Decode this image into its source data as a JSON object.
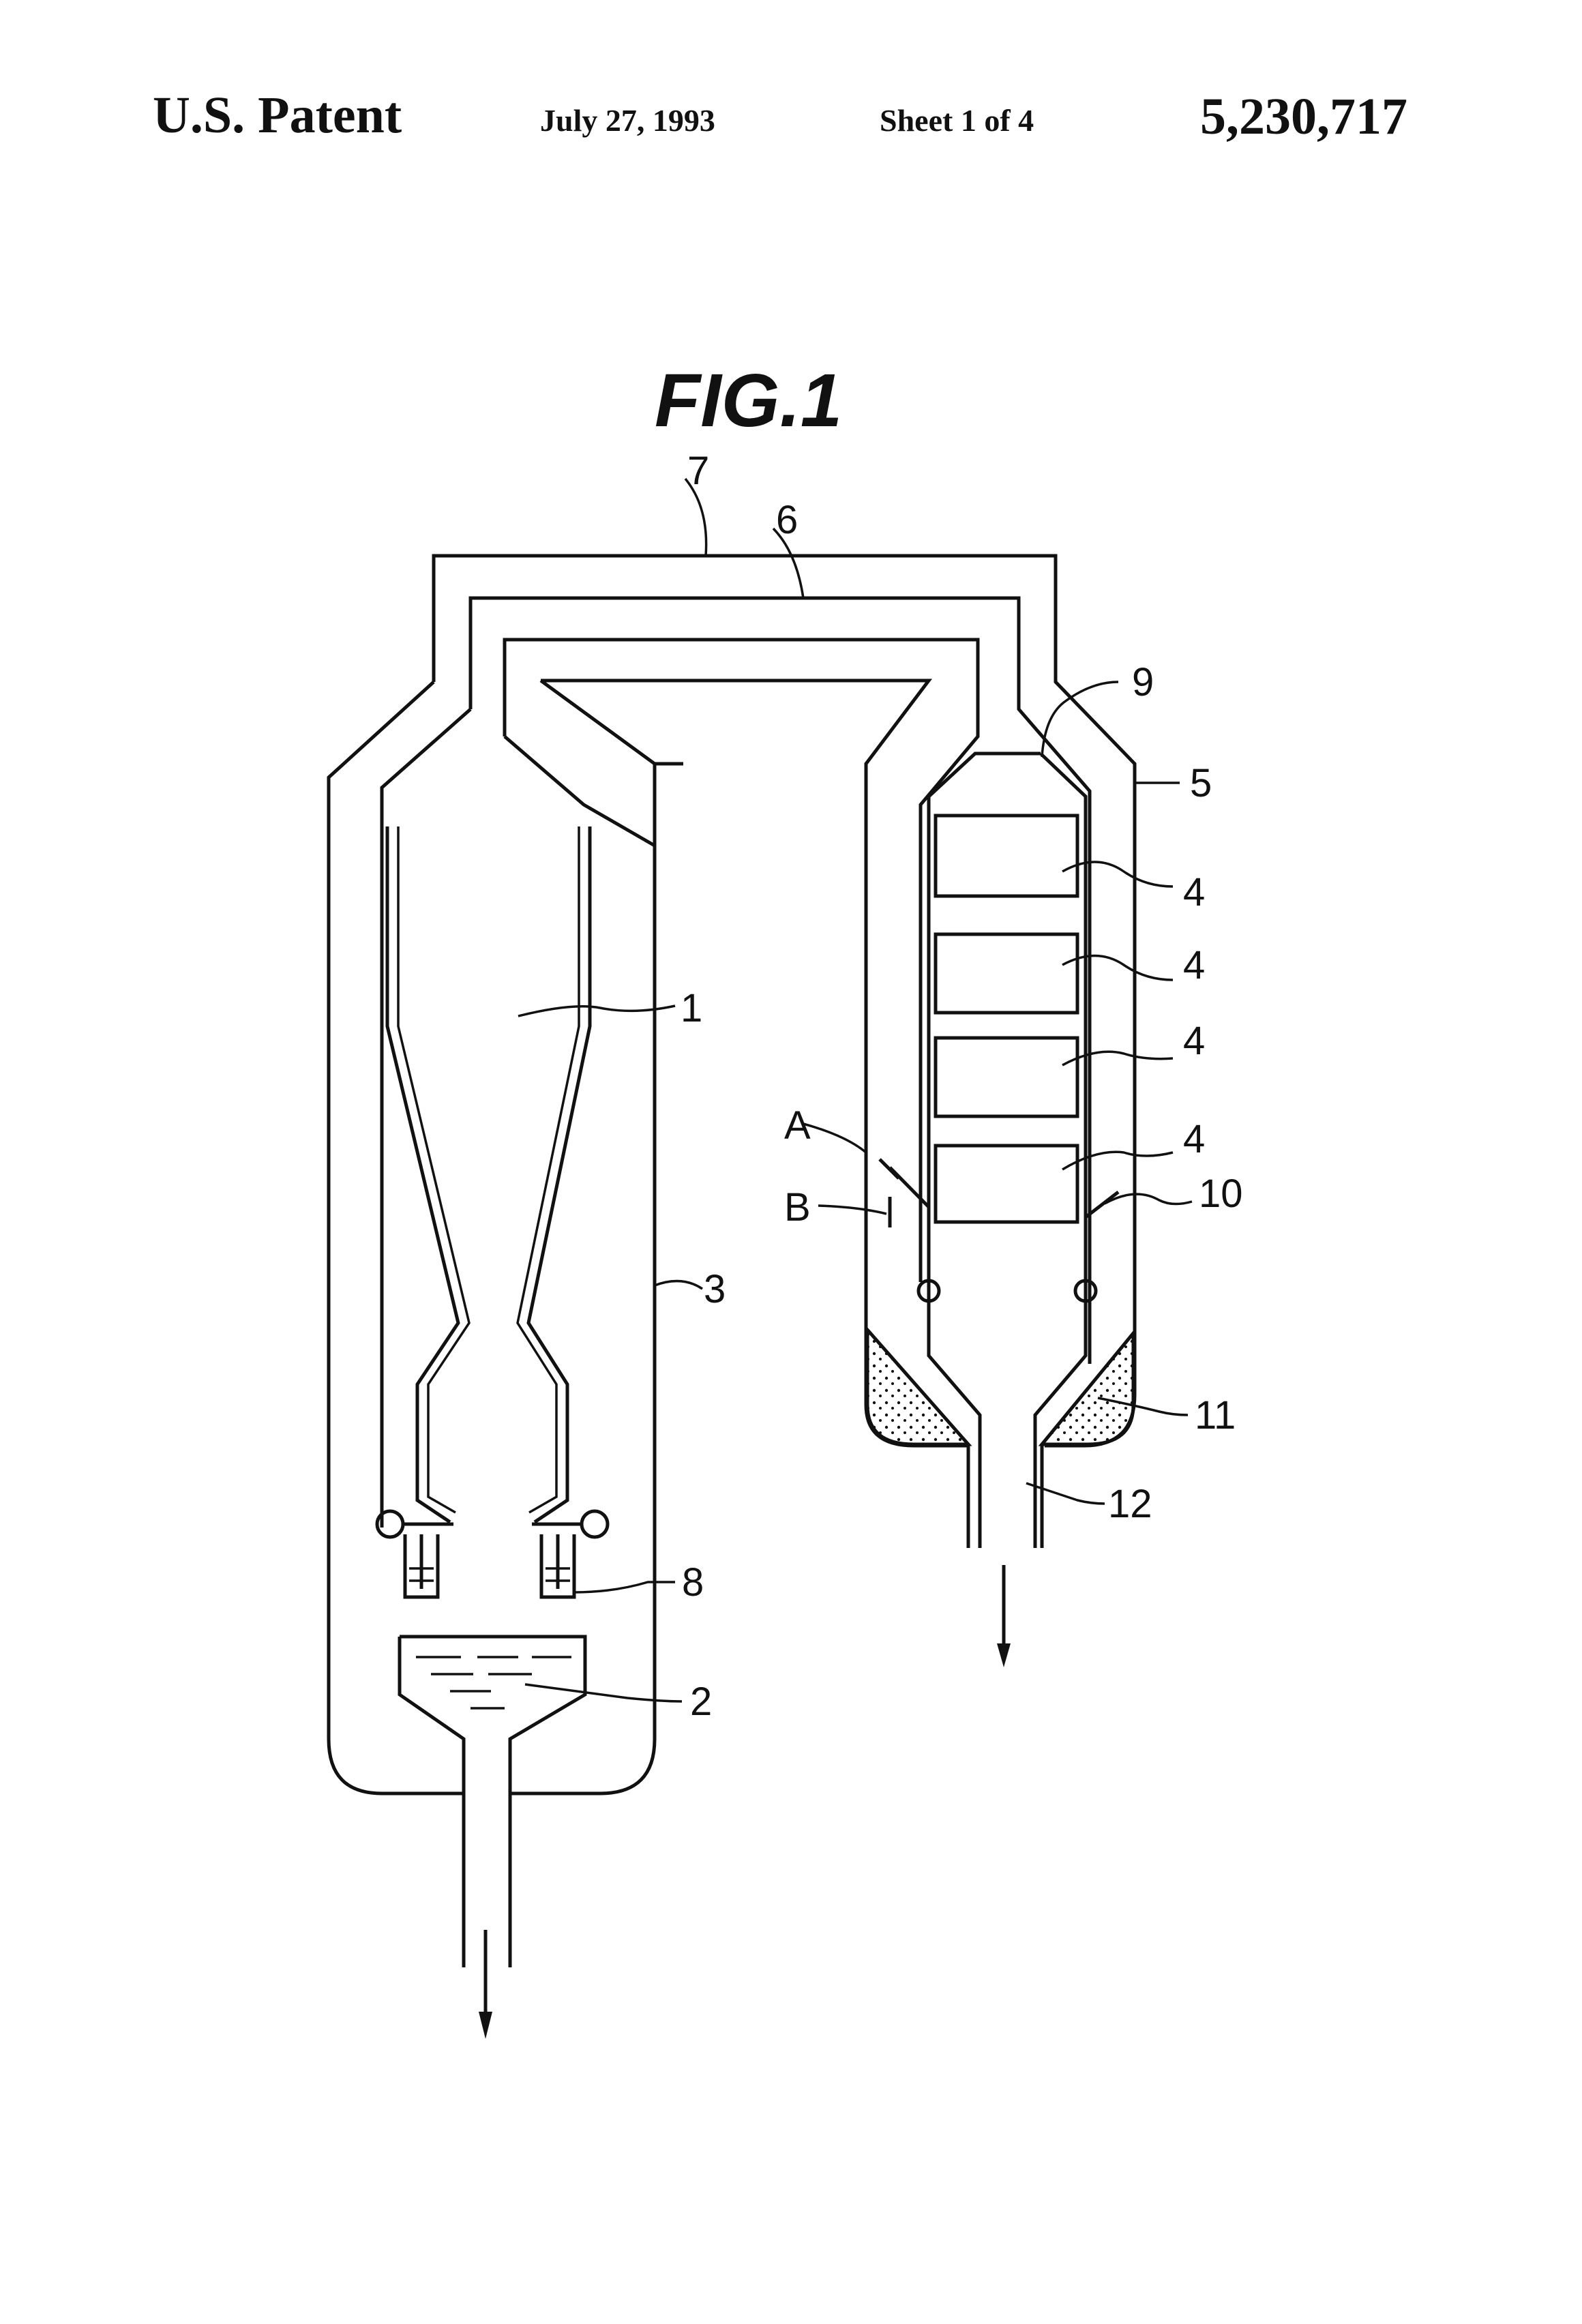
{
  "header": {
    "left": "U.S. Patent",
    "date": "July 27, 1993",
    "sheet": "Sheet 1 of 4",
    "patent_number": "5,230,717"
  },
  "figure": {
    "title": "FIG.1",
    "labels": {
      "l1": "1",
      "l2": "2",
      "l3": "3",
      "l4a": "4",
      "l4b": "4",
      "l4c": "4",
      "l4d": "4",
      "l5": "5",
      "l6": "6",
      "l7": "7",
      "l8": "8",
      "l9": "9",
      "l10": "10",
      "l11": "11",
      "l12": "12",
      "lA": "A",
      "lB": "B"
    }
  }
}
